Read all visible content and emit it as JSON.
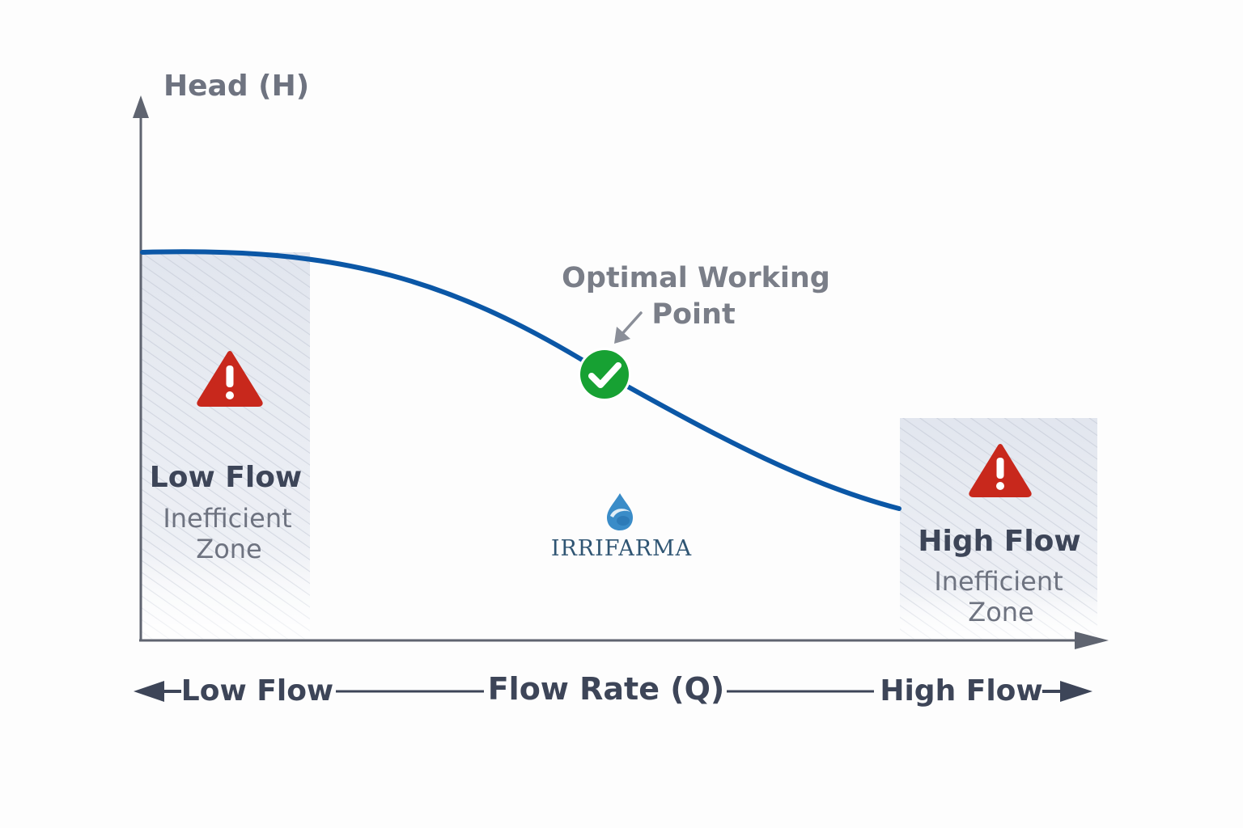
{
  "axes": {
    "y_label": "Head (H)",
    "x_label": "Flow Rate (Q)",
    "x_left_label": "Low Flow",
    "x_right_label": "High Flow"
  },
  "zones": {
    "low": {
      "title": "Low Flow",
      "line1": "Inefficient",
      "line2": "Zone"
    },
    "high": {
      "title": "High Flow",
      "line1": "Inefficient",
      "line2": "Zone"
    }
  },
  "optimal": {
    "line1": "Optimal Working",
    "line2": "Point"
  },
  "logo": {
    "text": "IRRIFARMA"
  },
  "colors": {
    "curve": "#0b57a6",
    "axis": "#5f6470",
    "zone_fill": "#dfe3ec",
    "warning": "#c8281c",
    "ok": "#17a133",
    "label_dark": "#3d4558",
    "label_gray": "#6e7380",
    "logo_text": "#2f5573",
    "logo_drop": "#3a8cc8"
  },
  "icons": {
    "warning": "warning-triangle-icon",
    "ok": "check-circle-icon",
    "logo": "water-drop-icon"
  }
}
